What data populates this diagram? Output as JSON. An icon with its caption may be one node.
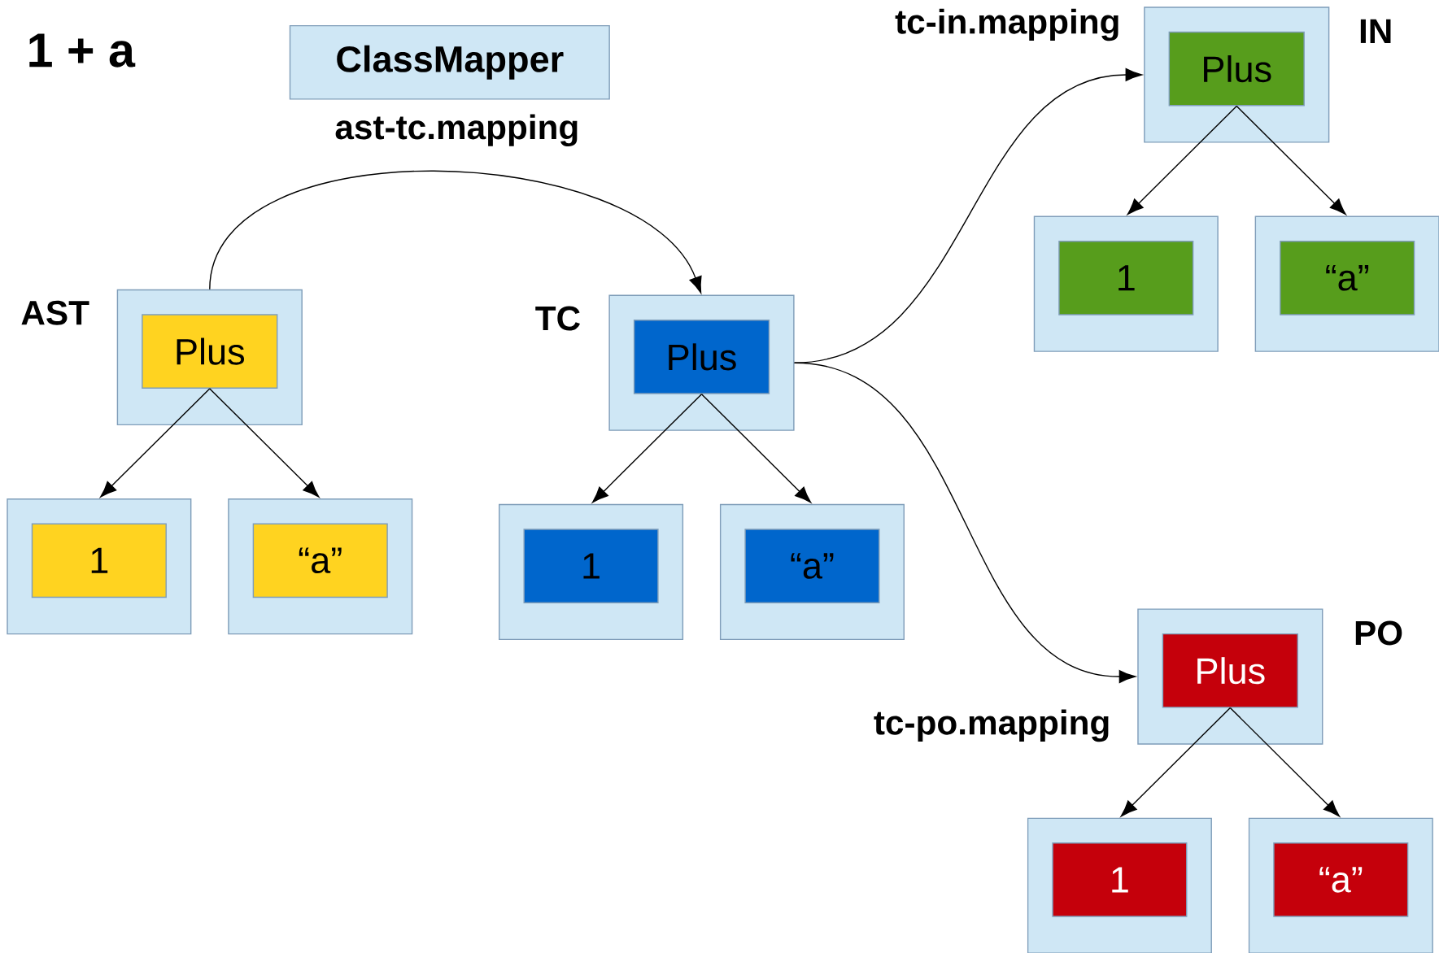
{
  "diagram": {
    "nodes": [
      {
        "text": [
          "ClassMapper"
        ]
      },
      {
        "text": [],
        "shape": "box",
        "beside": [
          "AST"
        ]
      },
      {
        "text": [
          "Plus"
        ],
        "in": 1
      },
      {
        "text": [],
        "shape": "box"
      },
      {
        "text": [
          "1"
        ],
        "in": 3
      },
      {
        "text": [],
        "shape": "box"
      },
      {
        "text": [
          "“a”"
        ],
        "in": 5
      },
      {
        "text": [],
        "shape": "box",
        "beside": [
          "TC"
        ]
      },
      {
        "text": [
          "Plus"
        ],
        "in": 7
      },
      {
        "text": [],
        "shape": "box"
      },
      {
        "text": [
          "1"
        ],
        "in": 9
      },
      {
        "text": [],
        "shape": "box"
      },
      {
        "text": [
          "“a”"
        ],
        "in": 11
      },
      {
        "text": [],
        "shape": "box",
        "beside": [
          "IN"
        ]
      },
      {
        "text": [
          "Plus"
        ],
        "in": 13
      },
      {
        "text": [],
        "shape": "box"
      },
      {
        "text": [
          "1"
        ],
        "in": 15
      },
      {
        "text": [],
        "shape": "box"
      },
      {
        "text": [
          "“a”"
        ],
        "in": 17
      },
      {
        "text": [],
        "shape": "box",
        "beside": [
          "PO"
        ]
      },
      {
        "text": [
          "Plus"
        ],
        "in": 19
      },
      {
        "text": [],
        "shape": "box"
      },
      {
        "text": [
          "1"
        ],
        "in": 21
      },
      {
        "text": [],
        "shape": "box"
      },
      {
        "text": [
          "“a”"
        ],
        "in": 23
      }
    ],
    "edges": [
      {
        "from": 1,
        "to": 7,
        "arrow": "to",
        "label": "ast-tc.mapping"
      },
      {
        "from": 2,
        "to": 3,
        "arrow": "to"
      },
      {
        "from": 2,
        "to": 5,
        "arrow": "to"
      },
      {
        "from": 8,
        "to": 9,
        "arrow": "to"
      },
      {
        "from": 8,
        "to": 11,
        "arrow": "to"
      },
      {
        "from": 7,
        "to": 13,
        "arrow": "to",
        "label": "tc-in.mapping"
      },
      {
        "from": 7,
        "to": 19,
        "arrow": "to",
        "label": "tc-po.mapping"
      },
      {
        "from": 14,
        "to": 15,
        "arrow": "to"
      },
      {
        "from": 14,
        "to": 17,
        "arrow": "to"
      },
      {
        "from": 20,
        "to": 21,
        "arrow": "to"
      },
      {
        "from": 20,
        "to": 23,
        "arrow": "to"
      }
    ],
    "labels": [
      "1 + a"
    ]
  }
}
